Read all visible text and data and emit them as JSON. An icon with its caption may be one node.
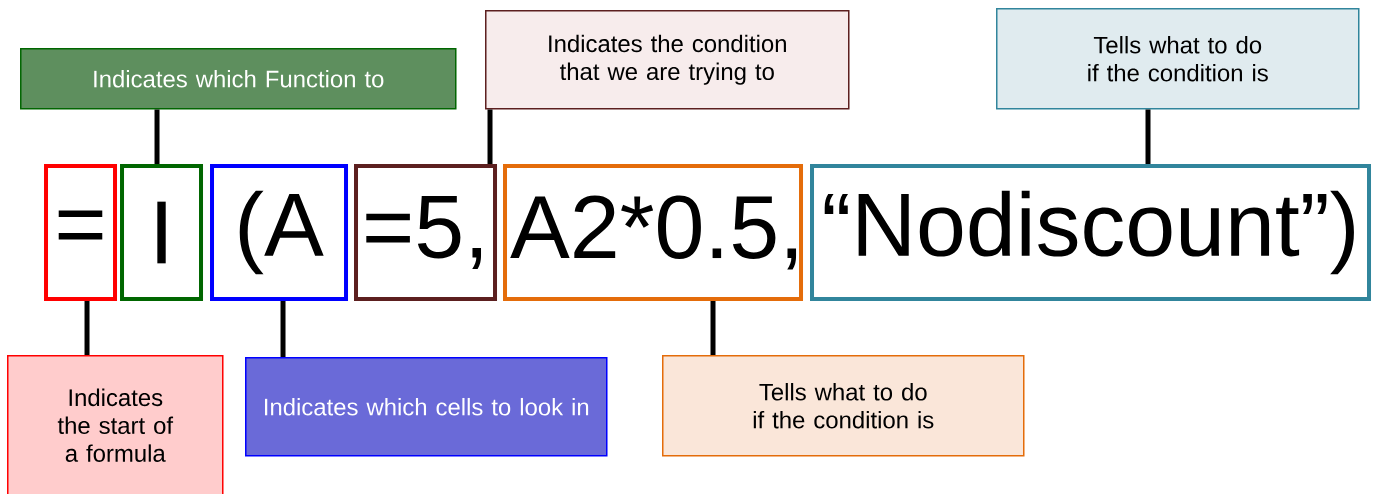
{
  "diagram": {
    "nodes": [
      {
        "text": [
          "Indicates which Function to"
        ]
      },
      {
        "text": [
          "Indicates the condition that we are trying to"
        ]
      },
      {
        "text": [
          "Tells what to do if the condition is"
        ]
      },
      {
        "text": [
          "="
        ]
      },
      {
        "text": [
          "I"
        ]
      },
      {
        "text": [
          "(A"
        ]
      },
      {
        "text": [
          "=5,"
        ]
      },
      {
        "text": [
          "A2*0.5,"
        ]
      },
      {
        "text": [
          "“Nodiscount”)"
        ]
      },
      {
        "text": [
          "Indicates the start of a formula"
        ]
      },
      {
        "text": [
          "Indicates which cells to look in"
        ]
      },
      {
        "text": [
          "Tells what to do if the condition is"
        ]
      }
    ],
    "edges": [
      {
        "from": 0,
        "to": 4,
        "arrow": "none"
      },
      {
        "from": 1,
        "to": 6,
        "arrow": "none"
      },
      {
        "from": 2,
        "to": 8,
        "arrow": "none"
      },
      {
        "from": 3,
        "to": 9,
        "arrow": "none"
      },
      {
        "from": 5,
        "to": 10,
        "arrow": "none"
      },
      {
        "from": 7,
        "to": 11,
        "arrow": "none"
      }
    ]
  }
}
